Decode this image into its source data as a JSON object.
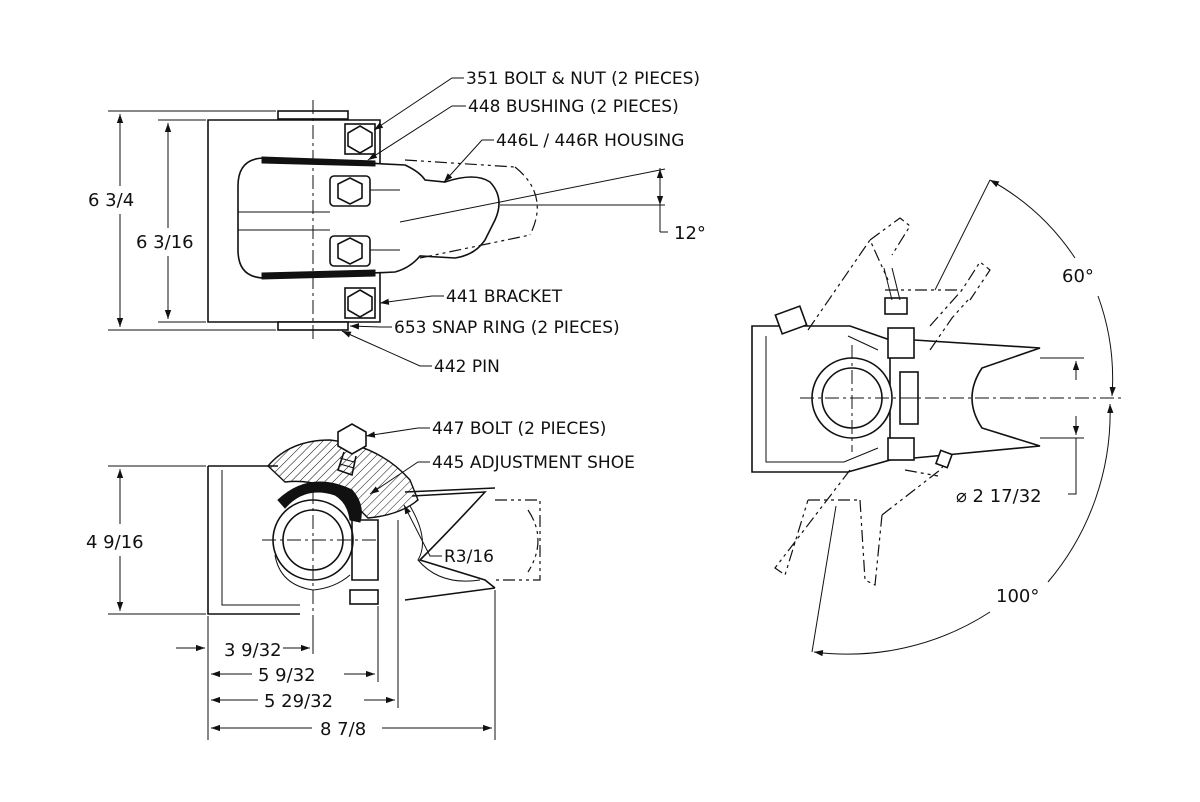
{
  "callouts": {
    "bolt_nut": "351 BOLT & NUT (2 PIECES)",
    "bushing": "448 BUSHING (2 PIECES)",
    "housing": "446L / 446R HOUSING",
    "bracket": "441 BRACKET",
    "snap_ring": "653 SNAP RING (2 PIECES)",
    "pin": "442 PIN",
    "bolt": "447 BOLT (2 PIECES)",
    "shoe": "445 ADJUSTMENT SHOE",
    "radius": "R3/16"
  },
  "dimensions": {
    "overall_height": "6 3/4",
    "inner_height": "6 3/16",
    "tilt_angle": "12°",
    "depth": "4 9/16",
    "d1": "3 9/32",
    "d2": "5 9/32",
    "d3": "5 29/32",
    "d4": "8 7/8",
    "swing_up": "60°",
    "swing_down": "100°",
    "diameter": "⌀ 2 17/32"
  }
}
